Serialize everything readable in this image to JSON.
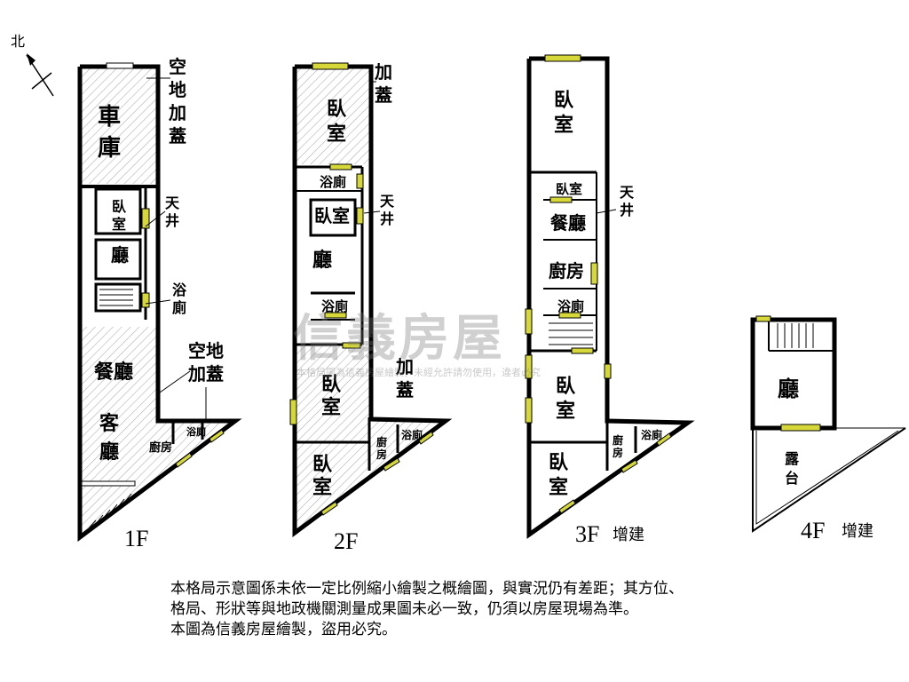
{
  "compass": "北",
  "floors": {
    "f1": {
      "label": "1F",
      "rooms": {
        "garage_a": "車",
        "garage_b": "庫",
        "addon_top": [
          "空",
          "地",
          "加",
          "蓋"
        ],
        "bedroom_a": "臥",
        "bedroom_b": "室",
        "skylight": [
          "天",
          "井"
        ],
        "hall": "廳",
        "bath": [
          "浴",
          "廁"
        ],
        "dining": "餐廳",
        "addon_mid_1": "空地",
        "addon_mid_2": "加蓋",
        "living_a": "客",
        "living_b": "廳",
        "kitchen": "廚房",
        "bath2": "浴廁"
      }
    },
    "f2": {
      "label": "2F",
      "rooms": {
        "addon_top": [
          "加",
          "蓋"
        ],
        "bedroom1": [
          "臥",
          "室"
        ],
        "bath1": "浴廁",
        "skylight": [
          "天",
          "井"
        ],
        "bedroom2": "臥室",
        "hall": "廳",
        "bath2": "浴廁",
        "addon_mid": [
          "加",
          "蓋"
        ],
        "bedroom3": [
          "臥",
          "室"
        ],
        "kitchen": [
          "廚",
          "房"
        ],
        "bath3": "浴廁",
        "bedroom4": [
          "臥",
          "室"
        ]
      }
    },
    "f3": {
      "label": "3F",
      "extra": "增建",
      "rooms": {
        "bedroom1": [
          "臥",
          "室"
        ],
        "bedroom2": "臥室",
        "skylight": [
          "天",
          "井"
        ],
        "dining": "餐廳",
        "kitchen": "廚房",
        "bath1": "浴廁",
        "bedroom3": [
          "臥",
          "室"
        ],
        "kitchen2": [
          "廚",
          "房"
        ],
        "bath2": "浴廁",
        "bedroom4": [
          "臥",
          "室"
        ]
      }
    },
    "f4": {
      "label": "4F",
      "extra": "增建",
      "rooms": {
        "hall": "廳",
        "terrace": [
          "露",
          "台"
        ]
      }
    }
  },
  "watermark": {
    "brand": "信義房屋",
    "sub": "本格局圖為信義房屋繪製，未經允許請勿使用，違者必究"
  },
  "disclaimer": [
    "本格局示意圖係未依一定比例縮小繪製之概繪圖，與實況仍有差距；其方位、",
    "格局、形狀等與地政機關測量成果圖未必一致，仍須以房屋現場為準。",
    "本圖為信義房屋繪製，盜用必究。"
  ],
  "colors": {
    "wall": "#000000",
    "window": "#d6d83a",
    "hatch": "#b0b0b0"
  }
}
